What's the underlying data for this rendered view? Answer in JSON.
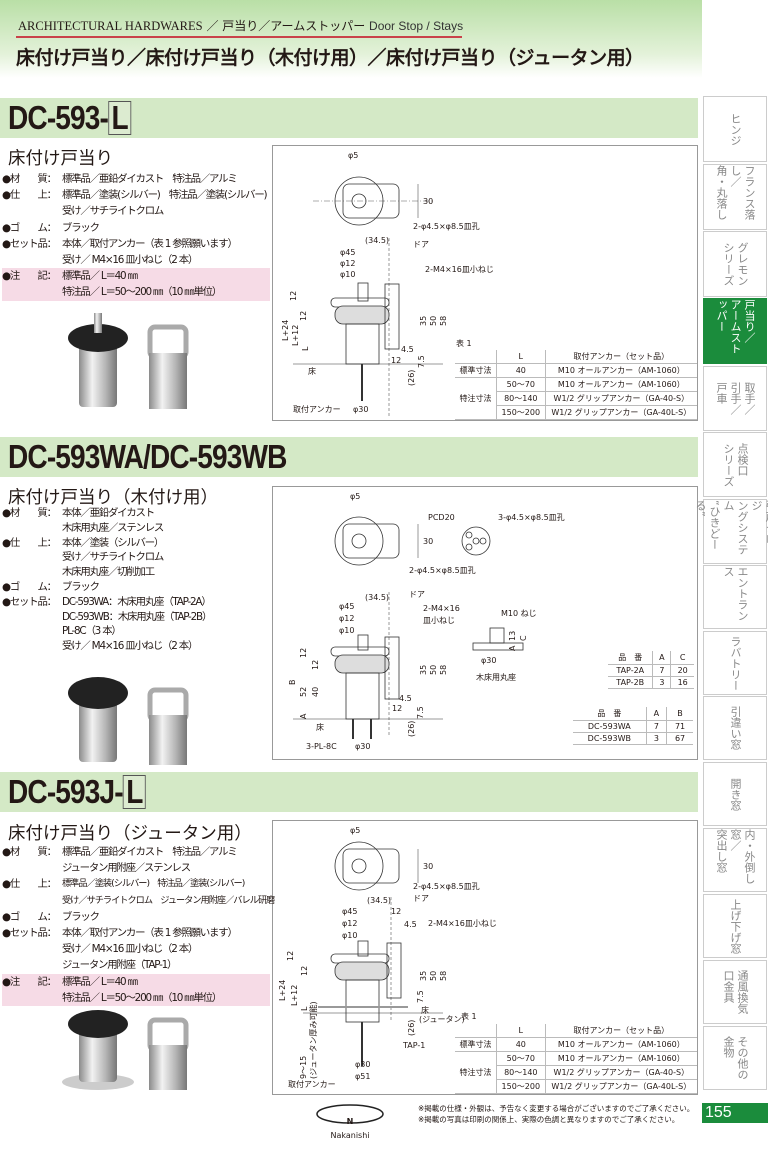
{
  "header": {
    "breadcrumb_en": "ARCHITECTURAL HARDWARES",
    "sep": "／",
    "breadcrumb_jp": "戸当り／アームストッパー",
    "breadcrumb_en2": "Door Stop / Stays",
    "title": "床付け戸当り／床付け戸当り（木付け用）／床付け戸当り（ジュータン用）"
  },
  "sections": [
    {
      "model": "DC-593-",
      "suffix": "L",
      "name": "床付け戸当り",
      "specs": [
        {
          "label": "●材　　質：",
          "value": "標準品／亜鉛ダイカスト　特注品／アルミ"
        },
        {
          "label": "●仕　　上：",
          "value": "標準品／塗装(シルバー)　特注品／塗装(シルバー)\n受け／サチライトクロム"
        },
        {
          "label": "●ゴ　　ム：",
          "value": "ブラック"
        },
        {
          "label": "●セット品：",
          "value": "本体／取付アンカー（表 1 参照願います）\n受け／ M4×16 皿小ねじ（2 本）"
        },
        {
          "label": "●注　　記：",
          "value": "標準品／ L＝40 ㎜\n特注品／ L＝50〜200 ㎜（10 ㎜単位）"
        }
      ]
    },
    {
      "model": "DC-593WA/DC-593WB",
      "name": "床付け戸当り（木付け用）",
      "specs": [
        {
          "label": "●材　　質：",
          "value": "本体／亜鉛ダイカスト\n木床用丸座／ステンレス"
        },
        {
          "label": "●仕　　上：",
          "value": "本体／塗装（シルバー）\n受け／サチライトクロム\n木床用丸座／切削加工"
        },
        {
          "label": "●ゴ　　ム：",
          "value": "ブラック"
        },
        {
          "label": "●セット品：",
          "value": "DC-593WA：木床用丸座（TAP-2A）\nDC-593WB：木床用丸座（TAP-2B）\nPL-8C（3 本）\n受け／ M4×16 皿小ねじ（2 本）"
        }
      ]
    },
    {
      "model": "DC-593J-",
      "suffix": "L",
      "name": "床付け戸当り（ジュータン用）",
      "specs": [
        {
          "label": "●材　　質：",
          "value": "標準品／亜鉛ダイカスト　特注品／アルミ\nジュータン用附座／ステンレス"
        },
        {
          "label": "●仕　　上：",
          "value": "標準品／塗装(シルバー)　特注品／塗装(シルバー)\n受け／サチライトクロム　ジュータン用附座／バレル研磨"
        },
        {
          "label": "●ゴ　　ム：",
          "value": "ブラック"
        },
        {
          "label": "●セット品：",
          "value": "本体／取付アンカー（表 1 参照願います）\n受け／ M4×16 皿小ねじ（2 本）\nジュータン用附座（TAP-1）"
        },
        {
          "label": "●注　　記：",
          "value": "標準品／ L＝40 ㎜\n特注品／ L＝50〜200 ㎜（10 ㎜単位）"
        }
      ]
    }
  ],
  "table1": {
    "caption": "表 1",
    "headers": [
      "",
      "L",
      "取付アンカー（セット品）"
    ],
    "std": "標準寸法",
    "cust": "特注寸法",
    "rows": [
      [
        "40",
        "M10 オールアンカー（AM-1060）"
      ],
      [
        "50〜70",
        "M10 オールアンカー（AM-1060）"
      ],
      [
        "80〜140",
        "W1/2 グリップアンカー（GA-40-S）"
      ],
      [
        "150〜200",
        "W1/2 グリップアンカー（GA-40L-S）"
      ]
    ]
  },
  "tap_table": {
    "headers": [
      "品　番",
      "A",
      "C"
    ],
    "rows": [
      [
        "TAP-2A",
        "7",
        "20"
      ],
      [
        "TAP-2B",
        "3",
        "16"
      ]
    ]
  },
  "dc_table": {
    "headers": [
      "品　番",
      "A",
      "B"
    ],
    "rows": [
      [
        "DC-593WA",
        "7",
        "71"
      ],
      [
        "DC-593WB",
        "3",
        "67"
      ]
    ]
  },
  "d": {
    "phi5": "φ5",
    "d30": "30",
    "holes2": "2-φ4.5×φ8.5皿孔",
    "holes3": "3-φ4.5×φ8.5皿孔",
    "pcd": "PCD20",
    "d345": "(34.5)",
    "door": "ドア",
    "phi45": "φ45",
    "phi12": "φ12",
    "phi10": "φ10",
    "screw": "2-M4×16皿小ねじ",
    "screw_a": "2-M4×16",
    "screw_b": "皿小ねじ",
    "d12": "12",
    "L24": "L+24",
    "L12": "L+12",
    "L": "L",
    "d35": "35",
    "d50": "50",
    "d58": "58",
    "d45": "4.5",
    "d75": "7.5",
    "d26": "(26)",
    "floor": "床",
    "floor_carpet": "(ジュータン)",
    "anchor": "取付アンカー",
    "phi30": "φ30",
    "phi51": "φ51",
    "B": "B",
    "A": "A",
    "C": "C",
    "d52": "52",
    "d40": "40",
    "d13": "13",
    "pl8c": "3-PL-8C",
    "m10": "M10 ねじ",
    "woodbase": "木床用丸座",
    "tap1": "TAP-1",
    "carpet_range": "9〜15",
    "carpet_note": "(ジュータン厚み可能)"
  },
  "sidebar": [
    {
      "label": "ヒンジ"
    },
    {
      "label": "フランス落し／\n角・丸落し"
    },
    {
      "label": "グレモン\nシリーズ"
    },
    {
      "label": "戸当り／\nアームストッパー",
      "active": true
    },
    {
      "label": "取手／\n引手／\n戸車"
    },
    {
      "label": "点検口\nシリーズ"
    },
    {
      "label": "引戸クロージ\nングシステム\n“ひきどーる”"
    },
    {
      "label": "エントランス"
    },
    {
      "label": "ラバトリー"
    },
    {
      "label": "引違い窓"
    },
    {
      "label": "開き窓"
    },
    {
      "label": "内・外倒し窓／\n突出し窓"
    },
    {
      "label": "上げ下げ窓"
    },
    {
      "label": "通風換気\n口金具"
    },
    {
      "label": "その他の\n金物"
    }
  ],
  "footer": {
    "notes": "※掲載の仕様・外観は、予告なく変更する場合がございますのでご了承ください。\n※掲載の写真は印刷の関係上、実際の色調と異なりますのでご了承ください。",
    "page": "155",
    "logo_text": "Nakanishi"
  },
  "colors": {
    "accent_green": "#1b8c3c",
    "bar_green": "#d4e9c6",
    "note_pink": "#f6dbe6",
    "rule_red": "#c9434a"
  }
}
